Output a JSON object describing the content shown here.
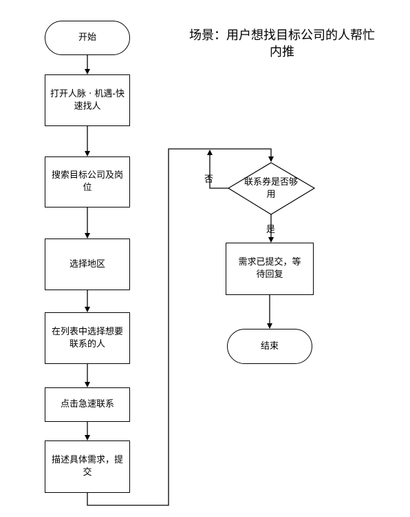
{
  "scene": "场景：用户想找目标公司的人帮忙内推",
  "nodes": {
    "start": "开始",
    "open": "打开人脉 · 机遇-快速找人",
    "search": "搜索目标公司及岗位",
    "region": "选择地区",
    "choose": "在列表中选择想要联系的人",
    "click": "点击急速联系",
    "describe": "描述具体需求，提交",
    "decision": "联系券是否够用",
    "submitted": "需求已提交，等待回复",
    "end": "结束"
  },
  "edges": {
    "no": "否",
    "yes": "是"
  }
}
